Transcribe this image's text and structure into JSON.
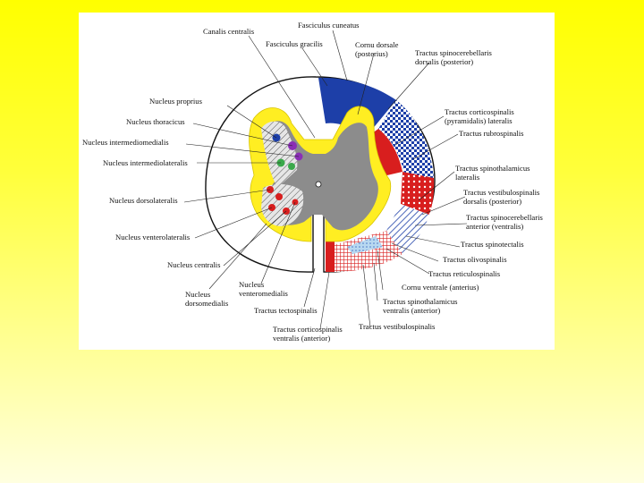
{
  "slide": {
    "background_top": "#ffff00",
    "background_bottom": "#ffffe0"
  },
  "figure": {
    "colors": {
      "white_matter": "#ffffff",
      "gray_matter": "#8c8c8c",
      "yellow_zone": "#ffee22",
      "blue": "#1d3fa8",
      "red": "#d81e1e",
      "purple": "#8a2fb5",
      "green": "#3aa84a"
    },
    "labels": {
      "canalis_centralis": "Canalis centralis",
      "fasciculus_cuneatus": "Fasciculus cuneatus",
      "fasciculus_gracilis": "Fasciculus gracilis",
      "cornu_dorsale_1": "Cornu dorsale",
      "cornu_dorsale_2": "(posterius)",
      "spinocerebellaris_dorsalis_1": "Tractus spinocerebellaris",
      "spinocerebellaris_dorsalis_2": "dorsalis (posterior)",
      "nucleus_proprius": "Nucleus proprius",
      "nucleus_thoracicus": "Nucleus thoracicus",
      "nucleus_intermediomedialis": "Nucleus intermediomedialis",
      "nucleus_intermediolateralis": "Nucleus intermediolateralis",
      "nucleus_dorsolateralis": "Nucleus dorsolateralis",
      "nucleus_ventrolateralis": "Nucleus venterolateralis",
      "nucleus_centralis": "Nucleus centralis",
      "nucleus_dorsomedialis_1": "Nucleus",
      "nucleus_dorsomedialis_2": "dorsomedialis",
      "nucleus_ventromedialis_1": "Nucleus",
      "nucleus_ventromedialis_2": "venteromedialis",
      "corticospinalis_lateralis_1": "Tractus corticospinalis",
      "corticospinalis_lateralis_2": "(pyramidalis) lateralis",
      "rubrospinalis": "Tractus rubrospinalis",
      "spinothalamicus_lateralis_1": "Tractus spinothalamicus",
      "spinothalamicus_lateralis_2": "lateralis",
      "vestibulospinalis_dorsalis_1": "Tractus vestibulospinalis",
      "vestibulospinalis_dorsalis_2": "dorsalis (posterior)",
      "spinocerebellaris_anterior_1": "Tractus spinocerebellaris",
      "spinocerebellaris_anterior_2": "anterior (ventralis)",
      "spinotectalis": "Tractus spinotectalis",
      "olivospinalis": "Tractus olivospinalis",
      "reticulospinalis": "Tractus reticulospinalis",
      "cornu_ventrale": "Cornu ventrale (anterius)",
      "tectospinalis": "Tractus tectospinalis",
      "spinothalamicus_ventralis_1": "Tractus spinothalamicus",
      "spinothalamicus_ventralis_2": "ventralis (anterior)",
      "corticospinalis_ventralis_1": "Tractus corticospinalis",
      "corticospinalis_ventralis_2": "ventralis (anterior)",
      "vestibulospinalis": "Tractus vestibulospinalis"
    }
  }
}
